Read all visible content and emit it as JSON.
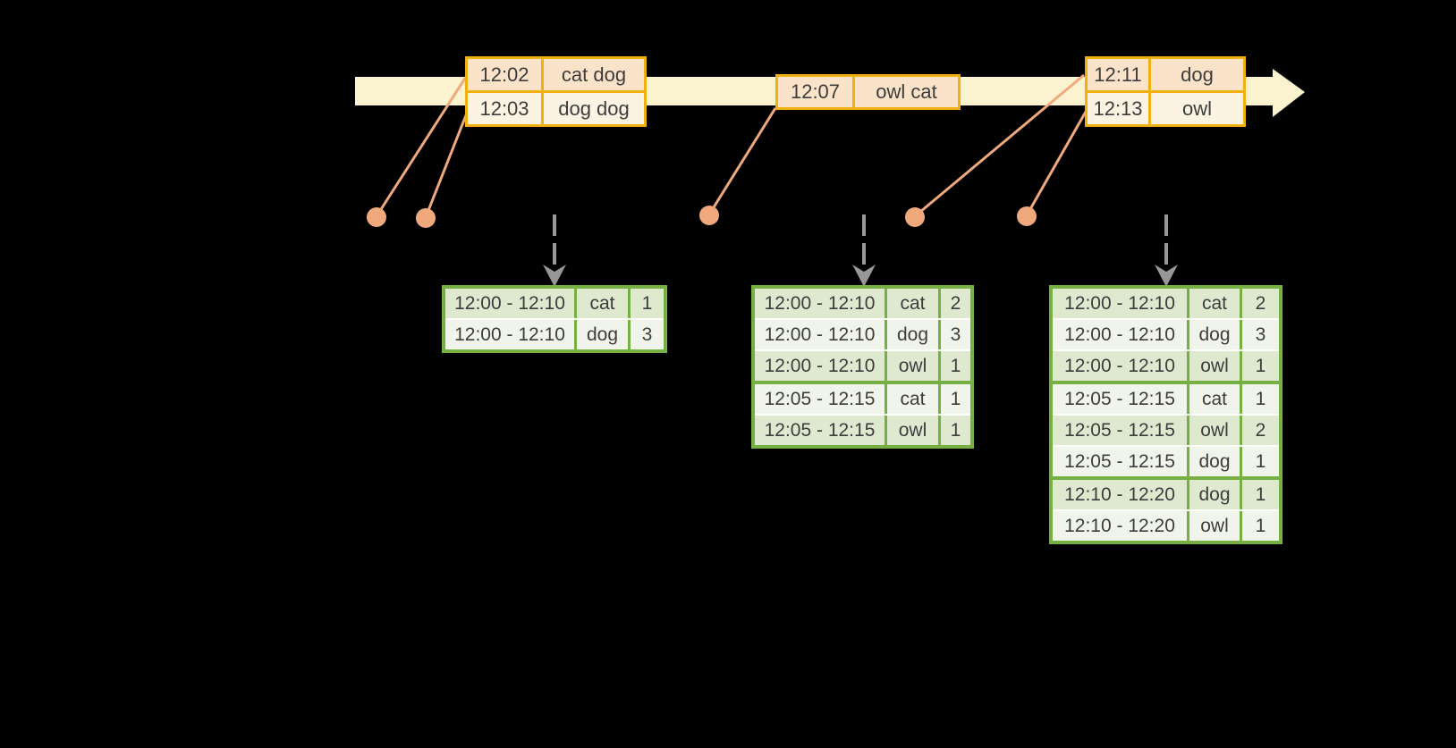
{
  "colors": {
    "background": "#000000",
    "timeline_fill": "#fbf2cf",
    "event_table_border": "#f0b110",
    "event_row_dark": "#fae3c8",
    "event_row_light": "#fdf3e3",
    "connector_orange": "#f0a97c",
    "trigger_arrow_gray": "#979797",
    "result_table_border": "#76b043",
    "result_row_dark": "#dee9d0",
    "result_row_light": "#f0f4eb",
    "text": "#3d3d3d"
  },
  "icons": {
    "timeline_arrowhead": "right-arrowhead",
    "trigger_arrowhead": "down-chevron",
    "event_dot": "filled-circle"
  },
  "event_tables": [
    {
      "rows": [
        {
          "time": "12:02",
          "words": "cat dog"
        },
        {
          "time": "12:03",
          "words": "dog dog"
        }
      ]
    },
    {
      "rows": [
        {
          "time": "12:07",
          "words": "owl cat"
        }
      ]
    },
    {
      "rows": [
        {
          "time": "12:11",
          "words": "dog"
        },
        {
          "time": "12:13",
          "words": "owl"
        }
      ]
    }
  ],
  "result_tables": [
    {
      "rows": [
        {
          "window": "12:00 - 12:10",
          "word": "cat",
          "count": "1"
        },
        {
          "window": "12:00 - 12:10",
          "word": "dog",
          "count": "3"
        }
      ]
    },
    {
      "rows": [
        {
          "window": "12:00 - 12:10",
          "word": "cat",
          "count": "2"
        },
        {
          "window": "12:00 - 12:10",
          "word": "dog",
          "count": "3"
        },
        {
          "window": "12:00 - 12:10",
          "word": "owl",
          "count": "1"
        },
        {
          "window": "12:05 - 12:15",
          "word": "cat",
          "count": "1"
        },
        {
          "window": "12:05 - 12:15",
          "word": "owl",
          "count": "1"
        }
      ]
    },
    {
      "rows": [
        {
          "window": "12:00 - 12:10",
          "word": "cat",
          "count": "2"
        },
        {
          "window": "12:00 - 12:10",
          "word": "dog",
          "count": "3"
        },
        {
          "window": "12:00 - 12:10",
          "word": "owl",
          "count": "1"
        },
        {
          "window": "12:05 - 12:15",
          "word": "cat",
          "count": "1"
        },
        {
          "window": "12:05 - 12:15",
          "word": "owl",
          "count": "2"
        },
        {
          "window": "12:05 - 12:15",
          "word": "dog",
          "count": "1"
        },
        {
          "window": "12:10 - 12:20",
          "word": "dog",
          "count": "1"
        },
        {
          "window": "12:10 - 12:20",
          "word": "owl",
          "count": "1"
        }
      ]
    }
  ]
}
